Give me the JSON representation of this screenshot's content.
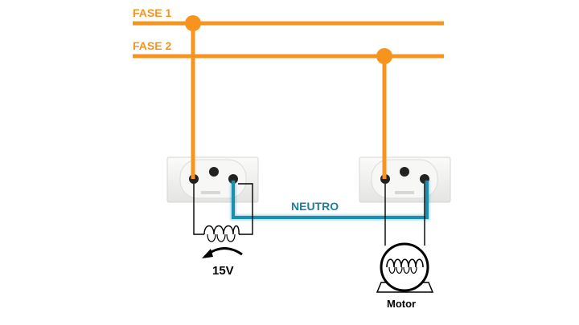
{
  "labels": {
    "phase1": "FASE 1",
    "phase2": "FASE 2",
    "neutral": "NEUTRO",
    "voltage": "15V",
    "motor": "Motor"
  },
  "colors": {
    "phase": "#f7941d",
    "neutral": "#1a8fb0",
    "text_phase": "#f7941d",
    "text_neutral": "#1a7fa0",
    "text_dark": "#000000",
    "outlet_plate": "#f0f0ee",
    "outlet_hole": "#222222",
    "coil": "#000000"
  },
  "icons": {
    "outlet_left": "socket-outlet-icon",
    "outlet_right": "socket-outlet-icon",
    "coil": "inductor-coil-icon",
    "motor": "motor-icon",
    "arrow": "curved-arrow-icon"
  }
}
